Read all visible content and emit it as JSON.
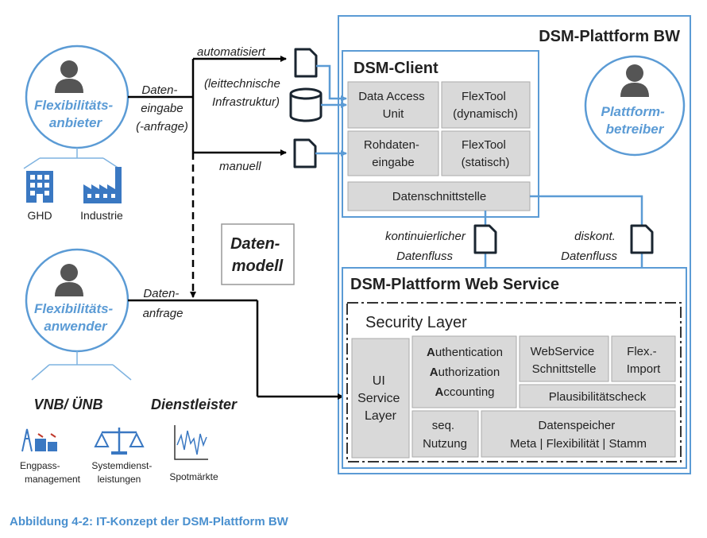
{
  "platform": {
    "title": "DSM-Plattform BW"
  },
  "client": {
    "title": "DSM-Client",
    "cells": {
      "data_access": [
        "Data Access",
        "Unit"
      ],
      "flextool_dyn": [
        "FlexTool",
        "(dynamisch)"
      ],
      "rohdaten": [
        "Rohdaten-",
        "eingabe"
      ],
      "flextool_stat": [
        "FlexTool",
        "(statisch)"
      ],
      "datenschnittstelle": "Datenschnittstelle"
    }
  },
  "actors": {
    "anbieter": {
      "label": [
        "Flexibilitäts-",
        "anbieter"
      ],
      "sub": [
        "GHD",
        "Industrie"
      ]
    },
    "betreiber": {
      "label": [
        "Plattform-",
        "betreiber"
      ]
    },
    "anwender": {
      "label": [
        "Flexibilitäts-",
        "anwender"
      ]
    }
  },
  "flows": {
    "automatisiert": "automatisiert",
    "infrastruktur": [
      "(leittechnische",
      "Infrastruktur)"
    ],
    "manuell": "manuell",
    "dateneingabe": [
      "Daten-",
      "eingabe",
      "(-anfrage)"
    ],
    "datenanfrage": [
      "Daten-",
      "anfrage"
    ],
    "kontinuierlich": [
      "kontinuierlicher",
      "Datenfluss"
    ],
    "diskont": [
      "diskont.",
      "Datenfluss"
    ]
  },
  "datenmodell": [
    "Daten-",
    "modell"
  ],
  "web_service": {
    "title": "DSM-Plattform Web Service",
    "security_layer": "Security Layer",
    "cells": {
      "ui": [
        "UI",
        "Service",
        "Layer"
      ],
      "aaa": [
        "Authentication",
        "Authorization",
        "Accounting"
      ],
      "webservice": [
        "WebService",
        "Schnittstelle"
      ],
      "flex_import": [
        "Flex.-",
        "Import"
      ],
      "plausi": "Plausibilitätscheck",
      "seq": [
        "seq.",
        "Nutzung"
      ],
      "datenspeicher": [
        "Datenspeicher",
        "Meta | Flexibilität | Stamm"
      ]
    }
  },
  "users": {
    "vnb": "VNB/ ÜNB",
    "dienstleister": "Dienstleister",
    "engpass": [
      "Engpass-",
      "management"
    ],
    "systemdienst": [
      "Systemdienst-",
      "leistungen"
    ],
    "spotmaerkte": "Spotmärkte"
  },
  "caption": "Abbildung 4-2: IT-Konzept der DSM-Plattform BW",
  "colors": {
    "accent": "#5b9bd5",
    "cell": "#d9d9d9",
    "line": "#000000",
    "caption": "#4a90cf"
  }
}
